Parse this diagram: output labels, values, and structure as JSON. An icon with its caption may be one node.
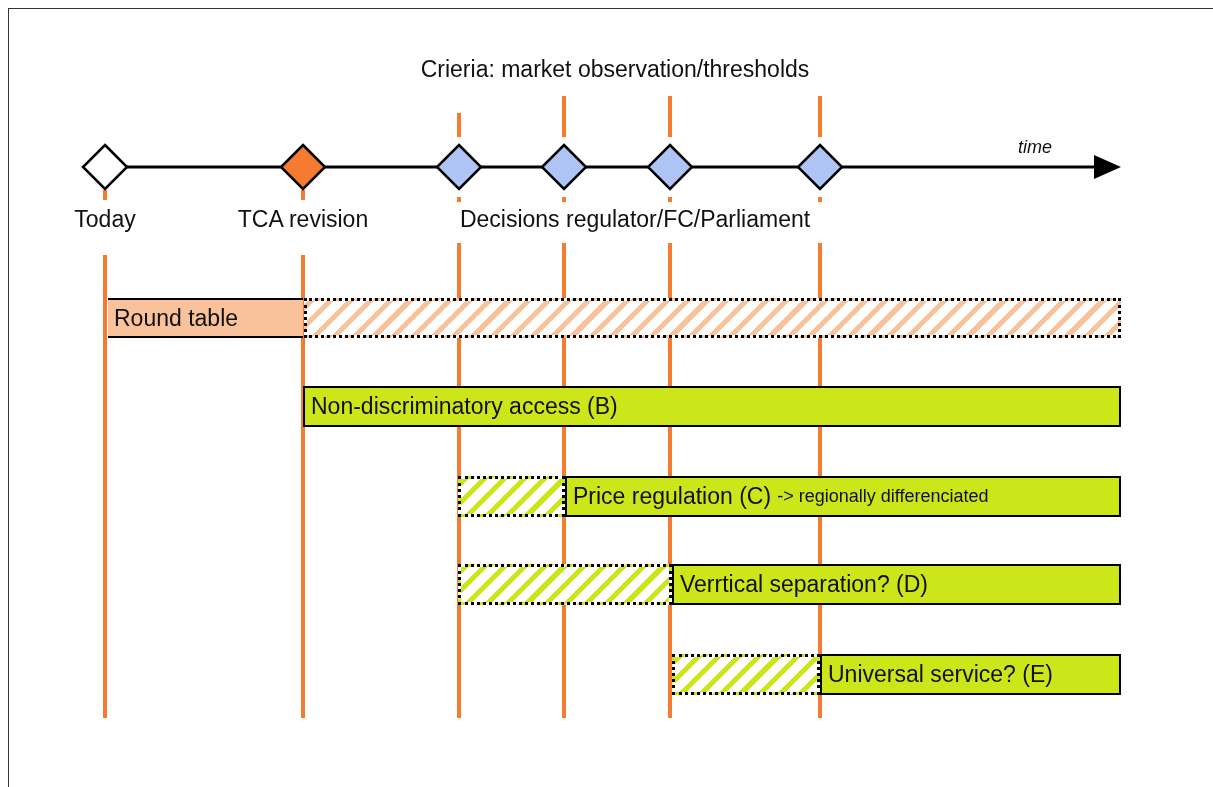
{
  "diagram": {
    "nodes": [
      {
        "text": [],
        "shape": "diamond",
        "beside": [
          "Today"
        ]
      },
      {
        "text": [],
        "shape": "diamond",
        "beside": [
          "TCA revision"
        ]
      },
      {
        "text": [],
        "shape": "diamond"
      },
      {
        "text": [],
        "shape": "diamond"
      },
      {
        "text": [],
        "shape": "diamond"
      },
      {
        "text": [],
        "shape": "diamond"
      },
      {
        "text": [
          "Round table"
        ]
      },
      {
        "text": [],
        "shape": "bar"
      },
      {
        "text": [
          "Non-discriminatory access (B)"
        ]
      },
      {
        "text": [],
        "shape": "bar"
      },
      {
        "text": [
          "Price regulation (C)",
          "-> regionally differenciated"
        ]
      },
      {
        "text": [],
        "shape": "bar"
      },
      {
        "text": [
          "Verrtical separation? (D)"
        ]
      },
      {
        "text": [],
        "shape": "bar"
      },
      {
        "text": [
          "Universal service? (E)"
        ]
      }
    ],
    "labels": [
      "Crieria: market observation/thresholds",
      "time",
      "Decisions regulator/FC/Parliament"
    ]
  }
}
